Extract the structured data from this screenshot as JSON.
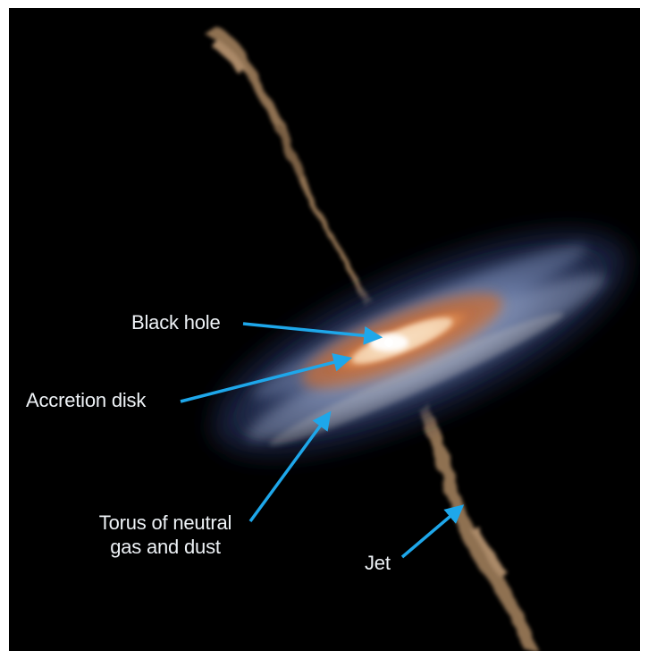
{
  "labels": {
    "black_hole": "Black hole",
    "accretion_disk": "Accretion disk",
    "torus_line1": "Torus of neutral",
    "torus_line2": "gas and dust",
    "jet": "Jet"
  },
  "colors": {
    "background": "#000000",
    "frame": "#ffffff",
    "arrow": "#1ea7ea",
    "label_text": "#eef2f6",
    "jet": "#a88560",
    "torus": "#7d8eb8",
    "accretion_glow": "#e8a060",
    "core": "#ffffff"
  }
}
